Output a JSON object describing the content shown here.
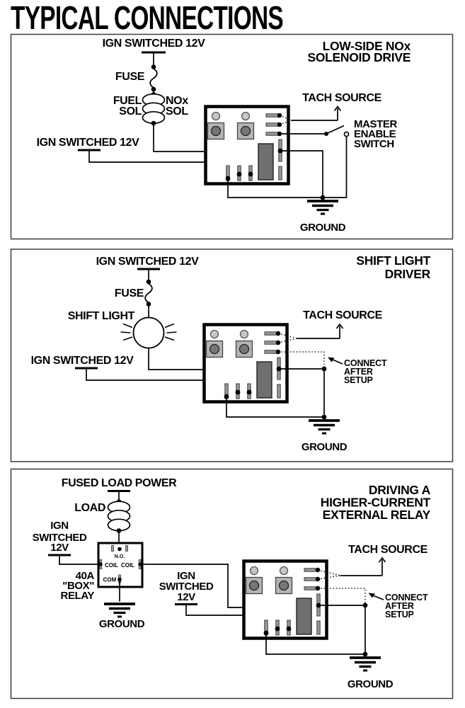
{
  "title": "TYPICAL CONNECTIONS",
  "colors": {
    "background": "#ffffff",
    "ink": "#000000",
    "panel_border": "#3f3f3f",
    "terminal_gray": "#9a9a9a",
    "pot_body_gray": "#b4b4b4",
    "pot_knob_gray": "#767676",
    "pot_top_gray": "#c6c6c6",
    "connector_gray": "#6f6f6f"
  },
  "panel1": {
    "header_line1": "LOW-SIDE NOx",
    "header_line2": "SOLENOID DRIVE",
    "ign_switched_top": "IGN SWITCHED 12V",
    "fuse": "FUSE",
    "fuel": "FUEL",
    "sol_left": "SOL",
    "nox": "NOx",
    "sol_right": "SOL",
    "ign_switched_left": "IGN SWITCHED 12V",
    "tach_source": "TACH SOURCE",
    "master_line1": "MASTER",
    "master_line2": "ENABLE",
    "master_line3": "SWITCH",
    "ground": "GROUND"
  },
  "panel2": {
    "header_line1": "SHIFT LIGHT",
    "header_line2": "DRIVER",
    "ign_switched_top": "IGN SWITCHED 12V",
    "fuse": "FUSE",
    "shift_light": "SHIFT LIGHT",
    "ign_switched_left": "IGN SWITCHED 12V",
    "tach_source": "TACH SOURCE",
    "connect_line1": "CONNECT",
    "connect_line2": "AFTER",
    "connect_line3": "SETUP",
    "ground": "GROUND"
  },
  "panel3": {
    "header_line1": "DRIVING A",
    "header_line2": "HIGHER-CURRENT",
    "header_line3": "EXTERNAL RELAY",
    "fused_load_power": "FUSED LOAD POWER",
    "load": "LOAD",
    "ign_left_line1": "IGN",
    "ign_left_line2": "SWITCHED",
    "ign_left_line3": "12V",
    "relay_no": "N.O.",
    "relay_coil_left": "COIL",
    "relay_coil_right": "COIL",
    "relay_com": "COM",
    "relay_line1": "40A",
    "relay_line2": "\"BOX\"",
    "relay_line3": "RELAY",
    "relay_ground": "GROUND",
    "ign_mid_line1": "IGN",
    "ign_mid_line2": "SWITCHED",
    "ign_mid_line3": "12V",
    "tach_source": "TACH SOURCE",
    "connect_line1": "CONNECT",
    "connect_line2": "AFTER",
    "connect_line3": "SETUP",
    "ground": "GROUND"
  }
}
